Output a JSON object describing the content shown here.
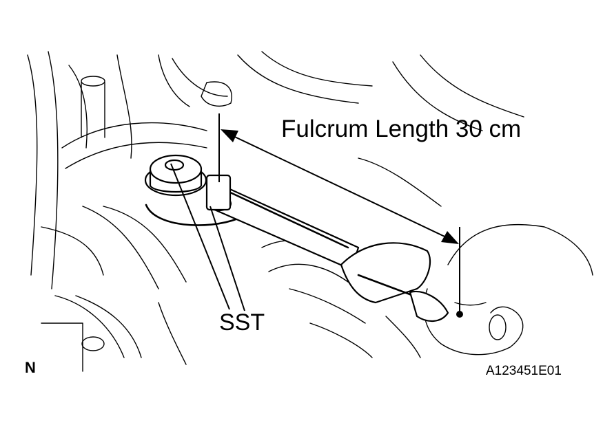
{
  "labels": {
    "fulcrum_length": "Fulcrum Length 30 cm",
    "sst": "SST",
    "north": "N",
    "figure_id": "A123451E01"
  },
  "colors": {
    "line": "#000000",
    "background": "#ffffff"
  }
}
